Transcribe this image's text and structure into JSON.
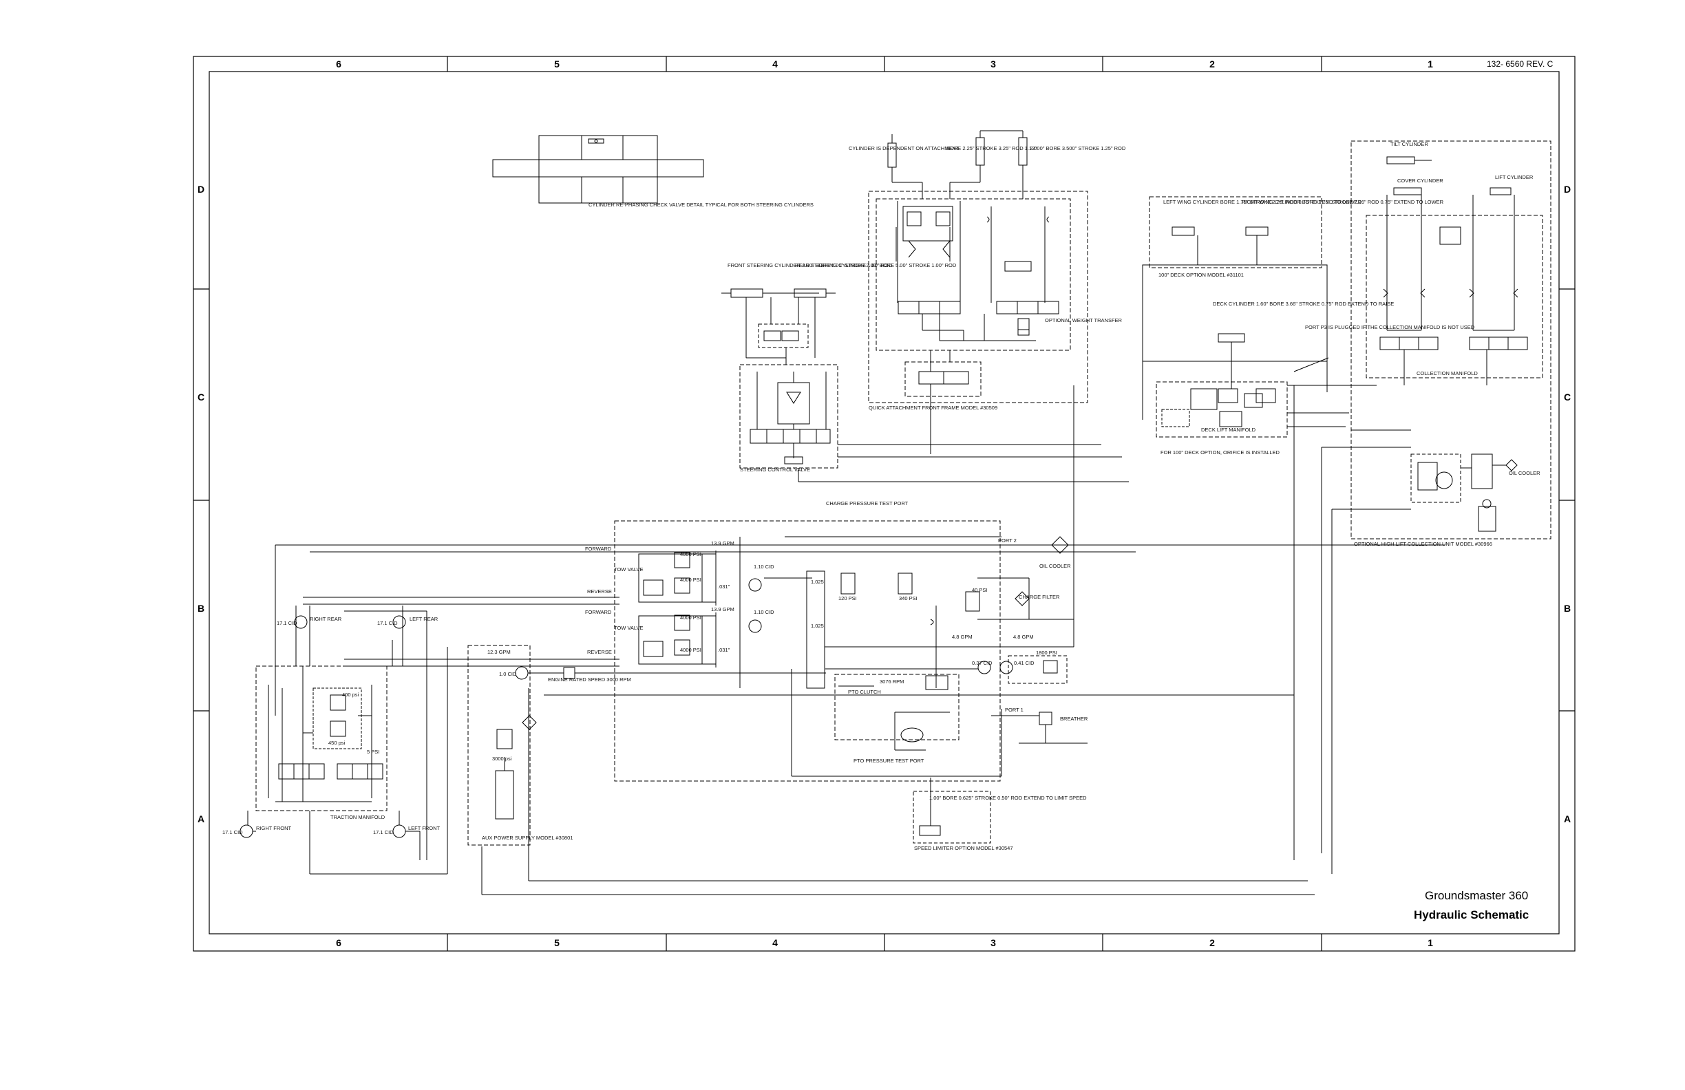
{
  "sheet": {
    "revision": "132- 6560 REV. C",
    "product": "Groundsmaster 360",
    "title": "Hydraulic Schematic",
    "columns": [
      "6",
      "5",
      "4",
      "3",
      "2",
      "1"
    ],
    "rows": [
      "D",
      "C",
      "B",
      "A"
    ]
  },
  "labels": {
    "check_valve_detail": "CYLINDER RE-PHASING CHECK\nVALVE DETAIL TYPICAL FOR BOTH\nSTEERING CYLINDERS",
    "front_steering": "FRONT STEERING\nCYLINDER\n2.00\" BORE\n5.00\" STROKE\n1.00\" ROD",
    "rear_steering": "REAR STEERING\nCYLINDER\n2.00\" BORE\n5.00\" STROKE\n1.00\" ROD",
    "cyl_dependent": "CYLINDER IS\nDEPENDENT ON\nATTACHMENT",
    "bore_225": "BORE 2.25\"\nSTROKE 3.25\"\nROD 1.13\"",
    "bore_2000": "2.000\" BORE\n3.500\" STROKE\n1.25\" ROD",
    "left_wing": "LEFT WING CYLINDER\nBORE 1.75\"\nSTROKE 2.26\"\nROD 0.75\"\nEXTEND TO LOWER",
    "right_wing": "RIGHT WING CYLINDER\nBORE 1.75\"\nSTROKE 2.26\"\nROD 0.75\"\nEXTEND TO LOWER",
    "deck_option": "100\" DECK OPTION\nMODEL #31101",
    "deck_cylinder": "DECK CYLINDER\n1.60\" BORE\n3.66\" STROKE\n0.75\" ROD\nEXTEND TO RAISE",
    "port_p3": "PORT P3 IS\nPLUGGED IF THE\nCOLLECTION\nMANIFOLD IS NOT\nUSED",
    "deck_lift_manifold": "DECK LIFT MANIFOLD",
    "orifice_note": "FOR 100\" DECK OPTION,\nORIFICE IS INSTALLED",
    "tilt_cylinder": "TILT\nCYLINDER",
    "cover_cylinder": "COVER\nCYLINDER",
    "lift_cylinder": "LIFT\nCYLINDER",
    "collection_manifold": "COLLECTION MANIFOLD",
    "optional_high_lift": "OPTIONAL HIGH LIFT COLLECTION UNIT MODEL #30966",
    "oil_cooler_small": "OIL COOLER",
    "quick_attachment": "QUICK ATTACHMENT\nFRONT FRAME\nMODEL #30509",
    "optional_wt": "OPTIONAL\nWEIGHT\nTRANSFER",
    "steering_valve": "STEERING\nCONTROL\nVALVE",
    "charge_port": "CHARGE PRESSURE TEST PORT",
    "port2": "PORT 2",
    "port1": "PORT 1",
    "oil_cooler": "OIL COOLER",
    "charge_filter": "CHARGE\nFILTER",
    "breather": "BREATHER",
    "forward": "FORWARD",
    "reverse": "REVERSE",
    "tow_valve": "TOW\nVALVE",
    "gpm_139": "13.9 GPM",
    "psi_4000": "4000 PSI",
    "orif_031": ".031\"",
    "cid_110": "1.10 CID",
    "cid_1025": "1.025",
    "psi_120": "120 PSI",
    "psi_340": "340 PSI",
    "psi_40": "40 PSI",
    "gpm_48": "4.8 GPM",
    "cid_037": "0.37 CID",
    "cid_041": "0.41 CID",
    "psi_1800": "1800 PSI",
    "pto_clutch": "PTO CLUTCH",
    "rpm_3076": "3076 RPM",
    "pto_port": "PTO PRESSURE TEST PORT",
    "engine_speed": "ENGINE RATED SPEED\n3000 RPM",
    "gpm_123": "12.3 GPM",
    "cid_10": "1.0 CID",
    "aux_power": "AUX POWER\nSUPPLY\nMODEL #30801",
    "psi_3000": "3000 psi",
    "speed_limiter": "SPEED LIMITER OPTION\nMODEL #30547",
    "bore_100": "1.00\" BORE\n0.625\" STROKE\n0.50\" ROD\nEXTEND TO LIMIT SPEED",
    "traction_manifold": "TRACTION\nMANIFOLD",
    "right_rear": "RIGHT\nREAR",
    "left_rear": "LEFT\nREAR",
    "right_front": "RIGHT\nFRONT",
    "left_front": "LEFT\nFRONT",
    "cid_171": "17.1 CID",
    "psi_400": "400 psi",
    "psi_450": "450 psi",
    "psi_5": "5 PSI"
  }
}
